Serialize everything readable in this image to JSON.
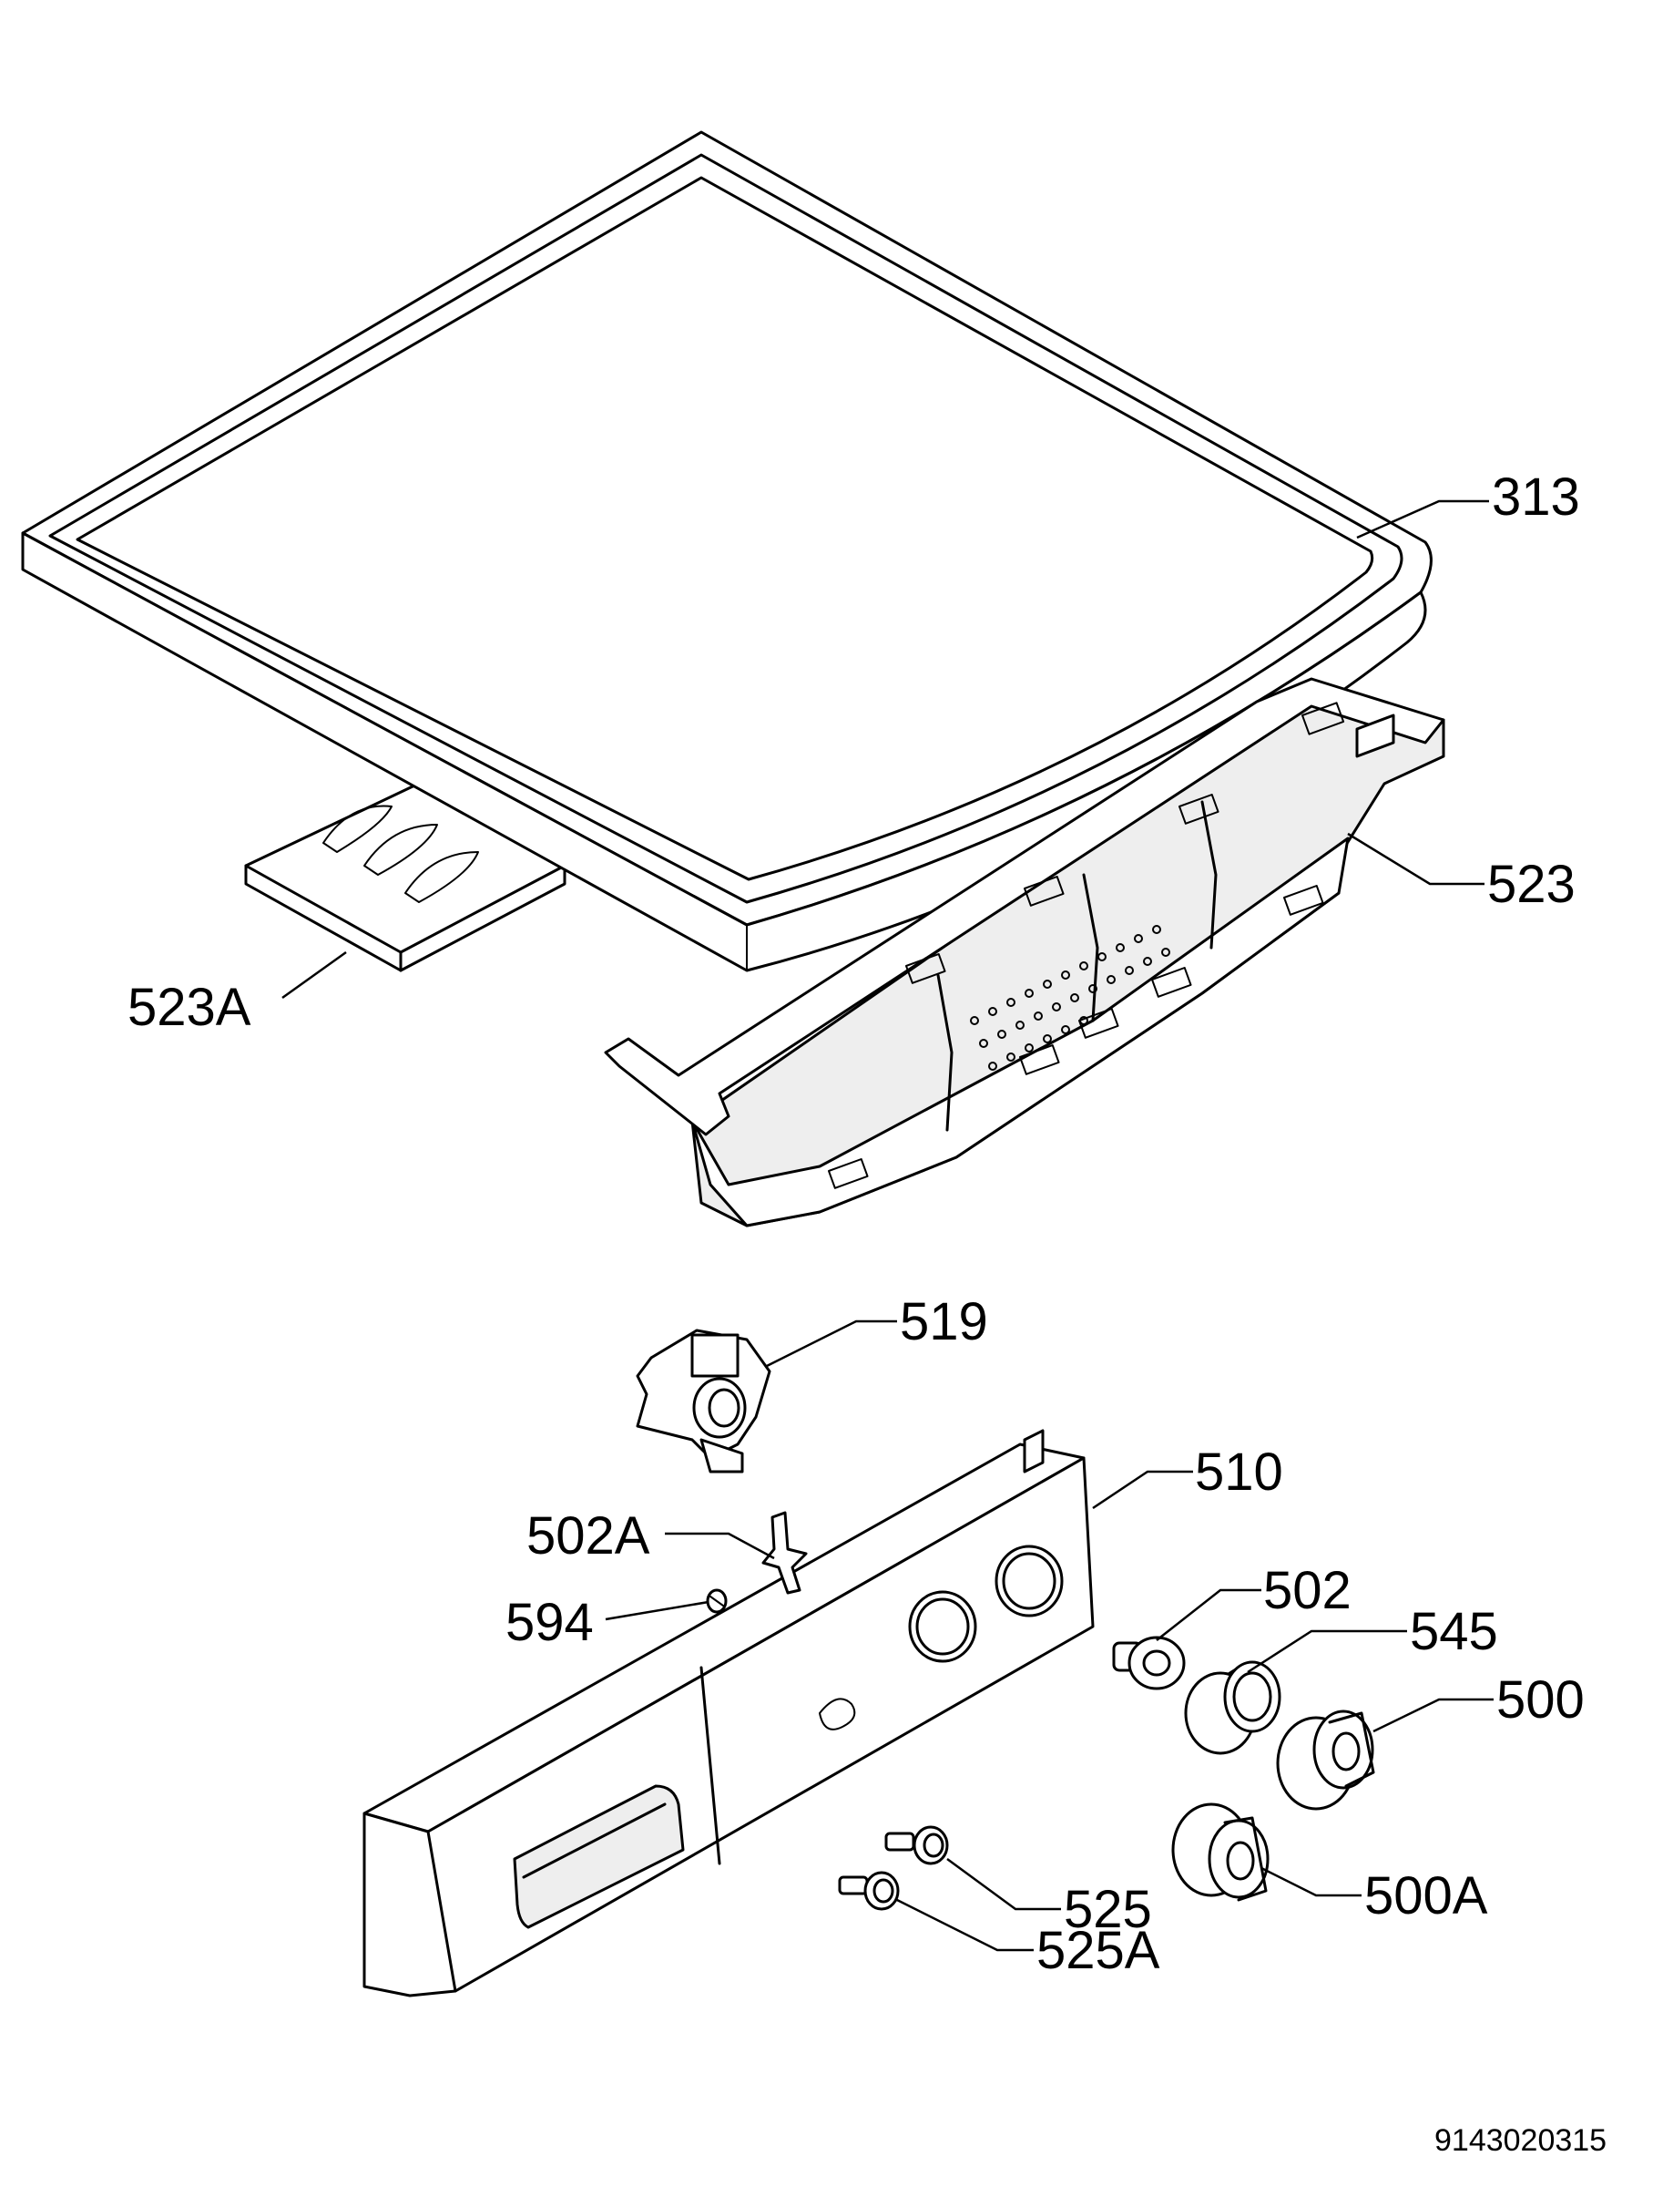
{
  "diagram": {
    "parts": [
      {
        "id": "p313",
        "label": "313"
      },
      {
        "id": "p523",
        "label": "523"
      },
      {
        "id": "p523A",
        "label": "523A"
      },
      {
        "id": "p519",
        "label": "519"
      },
      {
        "id": "p510",
        "label": "510"
      },
      {
        "id": "p502A",
        "label": "502A"
      },
      {
        "id": "p594",
        "label": "594"
      },
      {
        "id": "p502",
        "label": "502"
      },
      {
        "id": "p545",
        "label": "545"
      },
      {
        "id": "p500",
        "label": "500"
      },
      {
        "id": "p500A",
        "label": "500A"
      },
      {
        "id": "p525",
        "label": "525"
      },
      {
        "id": "p525A",
        "label": "525A"
      }
    ],
    "document_code": "9143020315"
  }
}
